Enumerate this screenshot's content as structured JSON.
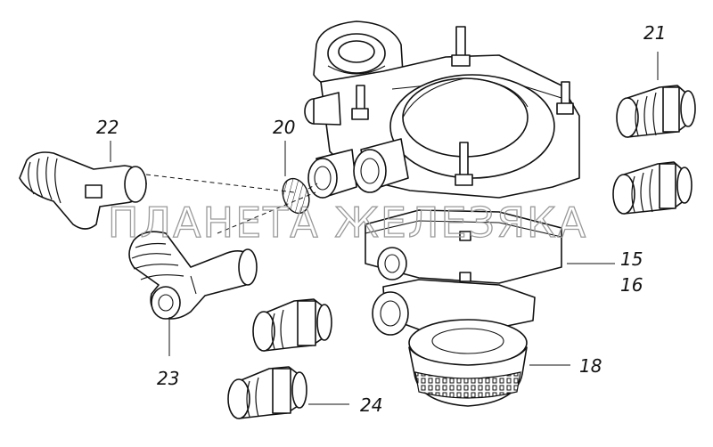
{
  "watermark": "ПЛАНЕТА ЖЕЛЕЗЯКА",
  "callouts": {
    "c15": "15",
    "c16": "16",
    "c18": "18",
    "c20": "20",
    "c21": "21",
    "c22": "22",
    "c23": "23",
    "c24": "24"
  }
}
